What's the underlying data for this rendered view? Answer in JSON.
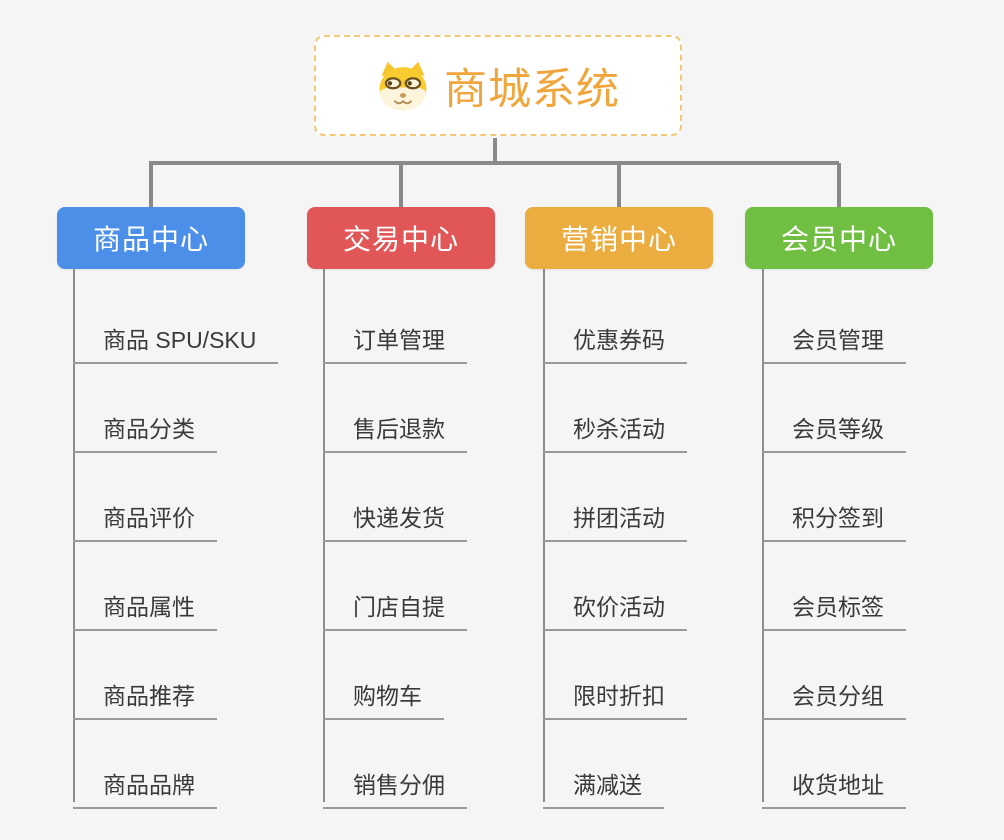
{
  "root": {
    "title": "商城系统",
    "icon": "dog-face-icon"
  },
  "branches": [
    {
      "label": "商品中心",
      "color": "#4B8FE8",
      "items": [
        "商品 SPU/SKU",
        "商品分类",
        "商品评价",
        "商品属性",
        "商品推荐",
        "商品品牌"
      ]
    },
    {
      "label": "交易中心",
      "color": "#E15758",
      "items": [
        "订单管理",
        "售后退款",
        "快递发货",
        "门店自提",
        "购物车",
        "销售分佣"
      ]
    },
    {
      "label": "营销中心",
      "color": "#EBAD40",
      "items": [
        "优惠券码",
        "秒杀活动",
        "拼团活动",
        "砍价活动",
        "限时折扣",
        "满减送"
      ]
    },
    {
      "label": "会员中心",
      "color": "#70BF42",
      "items": [
        "会员管理",
        "会员等级",
        "积分签到",
        "会员标签",
        "会员分组",
        "收货地址"
      ]
    }
  ],
  "colors": {
    "background": "#F5F5F6",
    "connector": "#8A8A8A",
    "item_line": "#9A9A9A",
    "item_text": "#3A3A3A",
    "root_border": "#F3C878",
    "root_text": "#F0A63C"
  }
}
